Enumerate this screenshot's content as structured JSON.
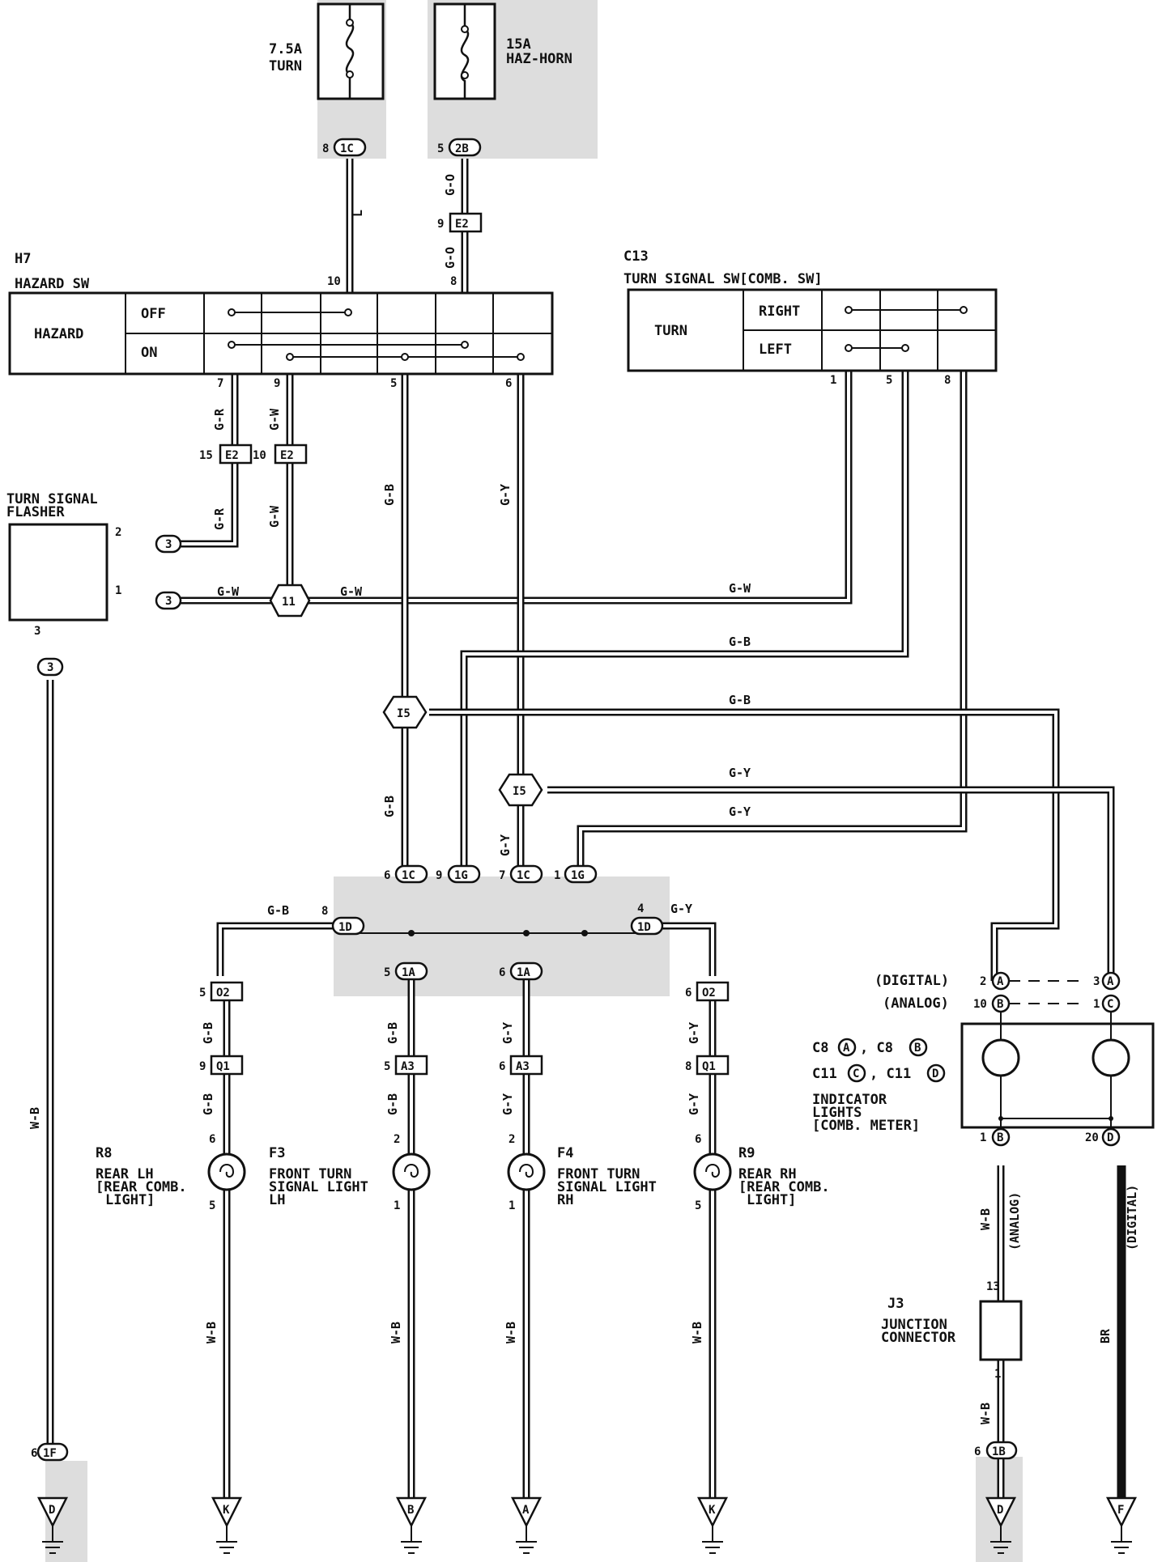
{
  "fuses": {
    "turn": {
      "rating": "7.5A",
      "name": "TURN"
    },
    "haz": {
      "rating": "15A",
      "name": "HAZ-HORN"
    }
  },
  "hazard_sw": {
    "code": "H7",
    "title": "HAZARD SW",
    "row_label": "HAZARD",
    "positions": [
      "OFF",
      "ON"
    ]
  },
  "turn_sw": {
    "code": "C13",
    "title": "TURN SIGNAL SW[COMB. SW]",
    "row_label": "TURN",
    "positions": [
      "RIGHT",
      "LEFT"
    ]
  },
  "flasher": {
    "title": "TURN SIGNAL",
    "title2": "FLASHER"
  },
  "components": {
    "r8": {
      "code": "R8",
      "l1": "REAR LH",
      "l2": "[REAR COMB.",
      "l3": "LIGHT]"
    },
    "f3": {
      "code": "F3",
      "l1": "FRONT TURN",
      "l2": "SIGNAL LIGHT",
      "l3": "LH"
    },
    "f4": {
      "code": "F4",
      "l1": "FRONT TURN",
      "l2": "SIGNAL LIGHT",
      "l3": "RH"
    },
    "r9": {
      "code": "R9",
      "l1": "REAR RH",
      "l2": "[REAR COMB.",
      "l3": "LIGHT]"
    },
    "indicator": {
      "digital": "(DIGITAL)",
      "analog": "(ANALOG)",
      "c8a": "C8",
      "c8b": ", C8",
      "c11c": "C11",
      "c11d": ", C11",
      "l1": "INDICATOR",
      "l2": "LIGHTS",
      "l3": "[COMB. METER]"
    },
    "j3": {
      "code": "J3",
      "l1": "JUNCTION",
      "l2": "CONNECTOR"
    }
  },
  "wire_colors": {
    "l": "L",
    "go": "G-O",
    "gr": "G-R",
    "gw": "G-W",
    "gb": "G-B",
    "gy": "G-Y",
    "wb": "W-B",
    "br": "BR",
    "analog": "(ANALOG)",
    "digital": "(DIGITAL)"
  },
  "connectors": {
    "c1C": "1C",
    "c2B": "2B",
    "cE2": "E2",
    "c3": "3",
    "c11": "11",
    "cI5": "I5",
    "c1G": "1G",
    "c1D": "1D",
    "c1A": "1A",
    "cO2": "O2",
    "cQ1": "Q1",
    "cA3": "A3",
    "c1F": "1F",
    "c1B": "1B",
    "cA": "A",
    "cB": "B",
    "cC": "C",
    "cD": "D"
  },
  "grounds": [
    "D",
    "K",
    "B",
    "A",
    "K",
    "D",
    "F"
  ],
  "pins": {
    "p8": "8",
    "p5": "5",
    "p9": "9",
    "p10": "10",
    "p7": "7",
    "p6": "6",
    "p15": "15",
    "p2": "2",
    "p1": "1",
    "p3": "3",
    "p4": "4",
    "p13": "13",
    "p20": "20"
  }
}
